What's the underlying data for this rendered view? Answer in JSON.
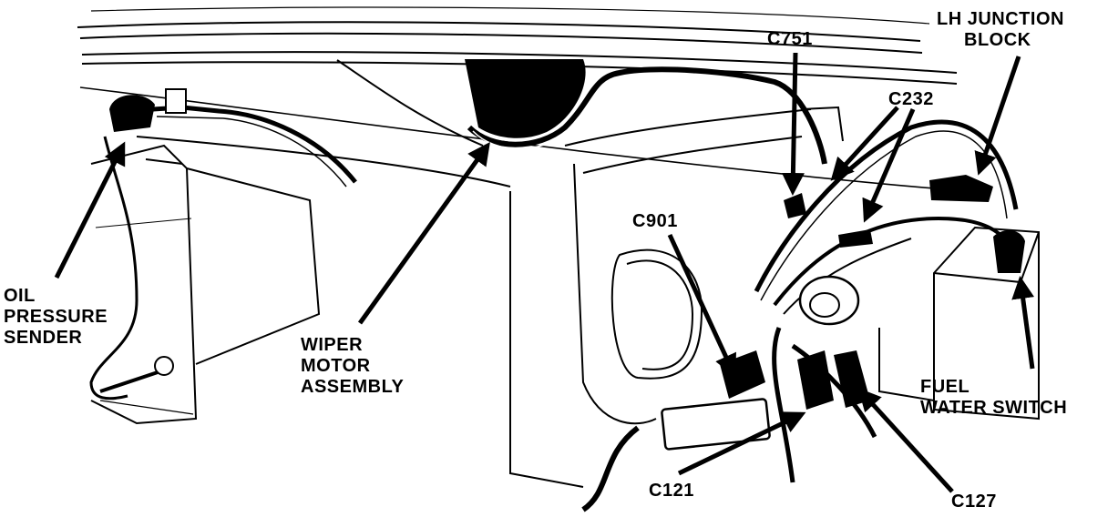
{
  "colors": {
    "ink": "#000000",
    "paper": "#ffffff"
  },
  "labels": {
    "lh_junction_block": [
      "LH JUNCTION",
      "BLOCK"
    ],
    "c751": "C751",
    "c232": "C232",
    "c901": "C901",
    "oil_pressure_sender": [
      "OIL",
      "PRESSURE",
      "SENDER"
    ],
    "wiper_motor_assembly": [
      "WIPER",
      "MOTOR",
      "ASSEMBLY"
    ],
    "fuel_water_switch": [
      "FUEL",
      "WATER SWITCH"
    ],
    "c121": "C121",
    "c127": "C127"
  }
}
